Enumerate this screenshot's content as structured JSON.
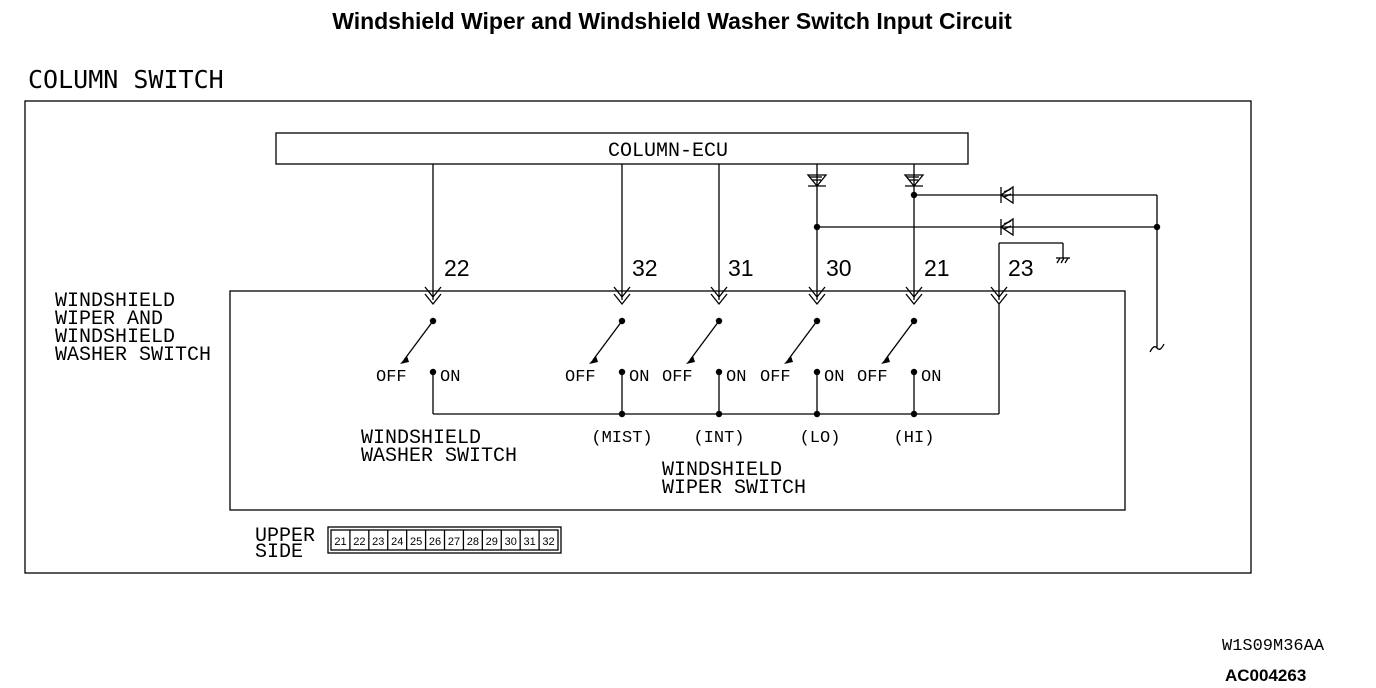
{
  "title": "Windshield Wiper and Windshield Washer Switch Input Circuit",
  "outer_label": "COLUMN SWITCH",
  "ecu_label": "COLUMN-ECU",
  "switch_group_label": [
    "WINDSHIELD",
    "WIPER AND",
    "WINDSHIELD",
    "WASHER SWITCH"
  ],
  "pins": {
    "p22": "22",
    "p32": "32",
    "p31": "31",
    "p30": "30",
    "p21": "21",
    "p23": "23"
  },
  "switch_states": {
    "off": "OFF",
    "on": "ON"
  },
  "modes": {
    "mist": "(MIST)",
    "int": "(INT)",
    "lo": "(LO)",
    "hi": "(HI)"
  },
  "washer_switch_label": [
    "WINDSHIELD",
    "WASHER SWITCH"
  ],
  "wiper_switch_label": [
    "WINDSHIELD",
    "WIPER SWITCH"
  ],
  "connector": {
    "side_label": [
      "UPPER",
      "SIDE"
    ],
    "pins": [
      "21",
      "22",
      "23",
      "24",
      "25",
      "26",
      "27",
      "28",
      "29",
      "30",
      "31",
      "32"
    ]
  },
  "figure_code": "W1S09M36AA",
  "ac_code": "AC004263"
}
